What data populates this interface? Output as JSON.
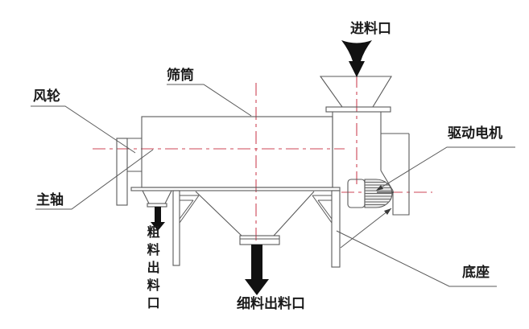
{
  "diagram": {
    "labels": {
      "feed_inlet": "进料口",
      "sieve_drum": "筛筒",
      "wind_wheel": "风轮",
      "main_shaft": "主轴",
      "drive_motor": "驱动电机",
      "base": "底座",
      "coarse_outlet": "粗料出料口",
      "fine_outlet": "细料出料口"
    },
    "colors": {
      "centerline": "#cc4455",
      "line": "#5a5a5a",
      "arrow": "#111111",
      "background": "#ffffff",
      "text": "#1a1a1a"
    }
  }
}
